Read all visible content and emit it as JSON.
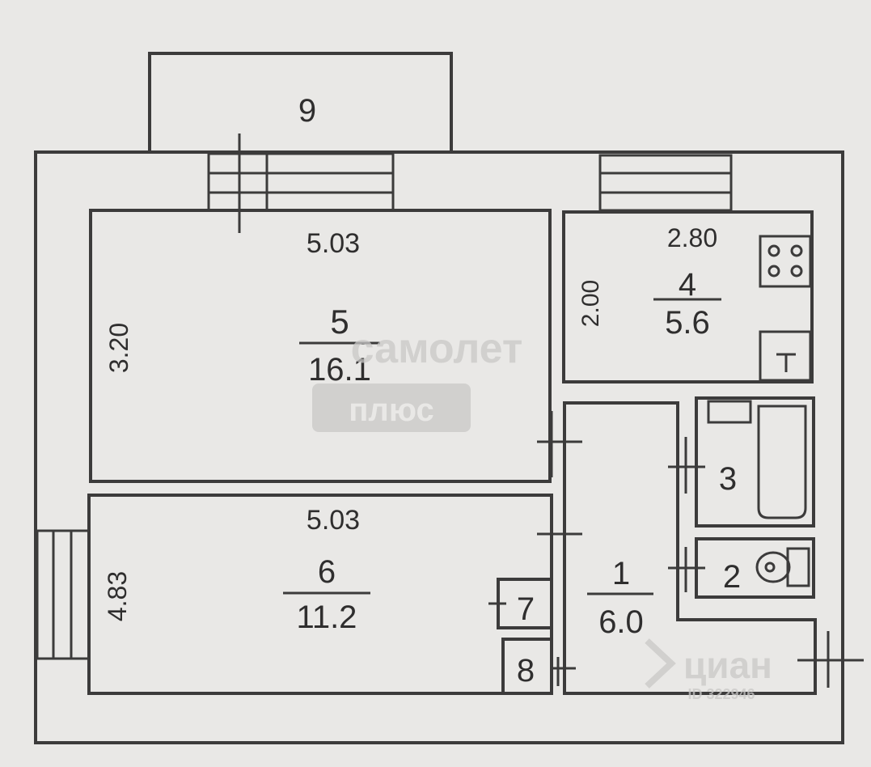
{
  "plan": {
    "rooms": [
      {
        "id": "1",
        "number": "1",
        "area": "6.0"
      },
      {
        "id": "2",
        "number": "2"
      },
      {
        "id": "3",
        "number": "3"
      },
      {
        "id": "4",
        "number": "4",
        "area": "5.6",
        "width": "2.80",
        "depth": "2.00"
      },
      {
        "id": "5",
        "number": "5",
        "area": "16.1",
        "width": "5.03",
        "depth": "3.20"
      },
      {
        "id": "6",
        "number": "6",
        "area": "11.2",
        "width": "5.03",
        "depth": "4.83"
      },
      {
        "id": "7",
        "number": "7"
      },
      {
        "id": "8",
        "number": "8"
      },
      {
        "id": "9",
        "number": "9"
      }
    ]
  },
  "watermarks": {
    "samolet_top": "самолет",
    "samolet_bottom": "плюс",
    "cian": "циан",
    "cian_id": "ID 322946"
  },
  "colors": {
    "background": "#e9e8e6",
    "lines": "#3c3b3b",
    "watermark": "#c9c8c7"
  }
}
